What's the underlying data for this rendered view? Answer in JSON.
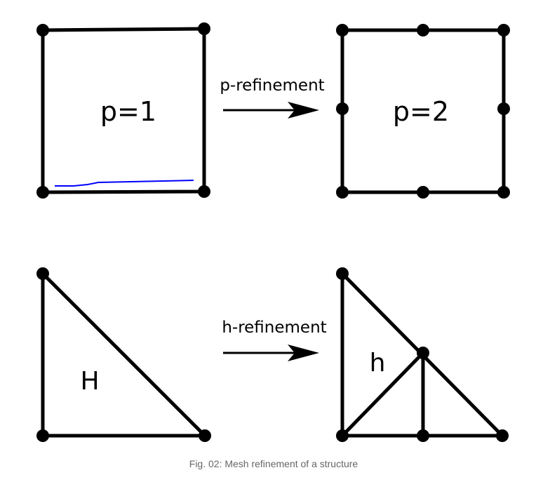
{
  "diagram": {
    "top": {
      "left_label": "p=1",
      "right_label": "p=2",
      "arrow_label": "p-refinement"
    },
    "bottom": {
      "left_label": "H",
      "right_label": "h",
      "arrow_label": "h-refinement"
    },
    "colors": {
      "edge": "#000000",
      "annotation": "#0000ff",
      "caption": "#666666"
    }
  },
  "caption": "Fig. 02: Mesh refinement of a structure"
}
